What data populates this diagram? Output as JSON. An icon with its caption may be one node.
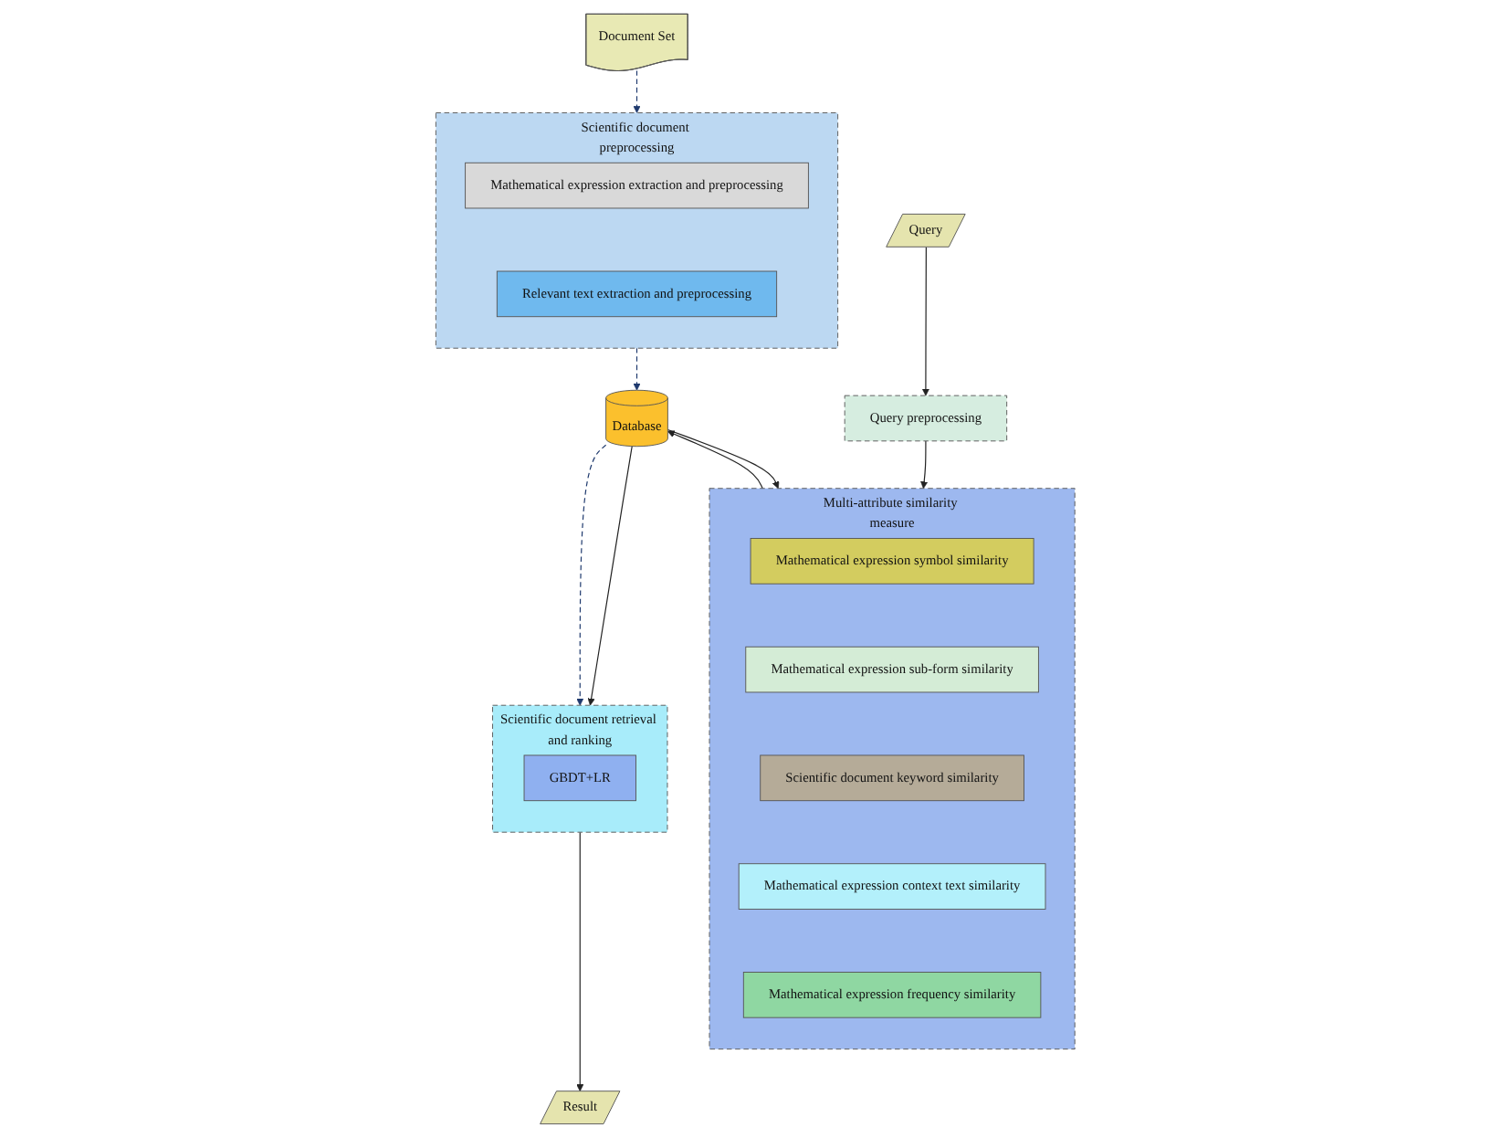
{
  "diagram": {
    "nodes": [
      {
        "text": [
          "Query"
        ]
      },
      {
        "text": [
          "Query preprocessing"
        ]
      },
      {
        "text": [
          "Multi-attribute similarity measure"
        ]
      },
      {
        "text": [
          "Mathematical expression symbol similarity"
        ],
        "in": 2
      },
      {
        "text": [
          "Mathematical expression sub-form similarity"
        ],
        "in": 2
      },
      {
        "text": [
          "Scientific  document keyword similarity"
        ],
        "in": 2
      },
      {
        "text": [
          "Mathematical expression context text similarity"
        ],
        "in": 2
      },
      {
        "text": [
          "Mathematical expression frequency similarity"
        ],
        "in": 2
      },
      {
        "text": [
          "Document Set"
        ]
      },
      {
        "text": [
          "Scientific document preprocessing"
        ]
      },
      {
        "text": [
          "Mathematical expression extraction and preprocessing"
        ],
        "in": 9
      },
      {
        "text": [
          "Relevant text extraction and preprocessing"
        ],
        "in": 9
      },
      {
        "text": [
          "Database"
        ]
      },
      {
        "text": [
          "Scientific document retrieval and ranking"
        ]
      },
      {
        "text": [
          "GBDT+LR"
        ],
        "in": 13
      },
      {
        "text": [
          "Result"
        ]
      }
    ],
    "edges": [
      {
        "from": 0,
        "to": 1,
        "arrow": "to"
      },
      {
        "from": 1,
        "to": 2,
        "arrow": "to"
      },
      {
        "from": 8,
        "to": 9,
        "arrow": "to",
        "style": "dashed",
        "color": "#1f3a6e"
      },
      {
        "from": 9,
        "to": 12,
        "arrow": "to",
        "style": "dashed",
        "color": "#1f3a6e"
      },
      {
        "from": 2,
        "to": 12,
        "arrow": "to"
      },
      {
        "from": 12,
        "to": 2,
        "arrow": "to"
      },
      {
        "from": 12,
        "to": 13,
        "arrow": "to"
      },
      {
        "from": 12,
        "to": 13,
        "arrow": "to",
        "style": "dashed",
        "color": "#1f3a6e"
      },
      {
        "from": 13,
        "to": 15,
        "arrow": "to"
      }
    ]
  }
}
